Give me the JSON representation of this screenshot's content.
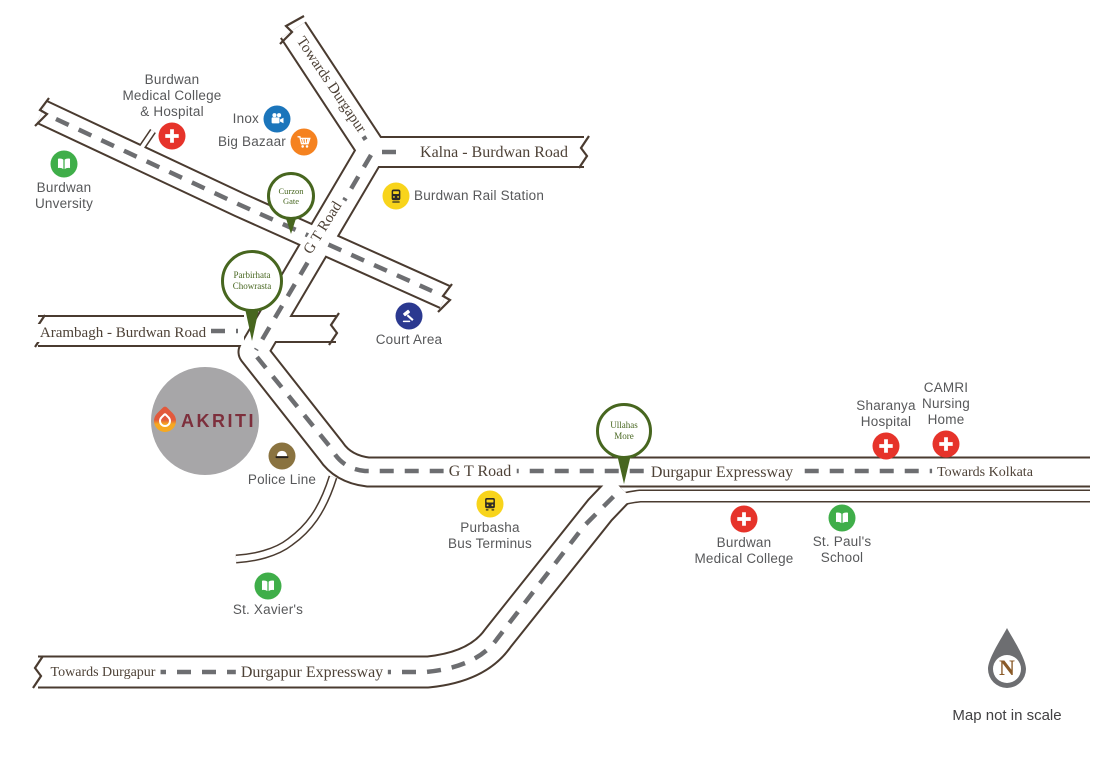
{
  "brand": {
    "name": "AKRITI"
  },
  "north": {
    "letter": "N",
    "note": "Map not in scale"
  },
  "colors": {
    "road_casing": "#4a3b30",
    "road_dash": "#6d6e71",
    "pin_green": "#47661f",
    "hospital_red": "#e6332a",
    "school_green": "#3fae49",
    "inox_blue": "#1b75bb",
    "bazaar_orange": "#f58220",
    "transit_yellow": "#f8d41b",
    "court_navy": "#2b3990",
    "police_bronze": "#8a7340",
    "brand_gray": "#a7a6a8",
    "brand_maroon": "#7d2f3c",
    "label_gray": "#57585a",
    "road_label_brown": "#4e4237",
    "north_gray": "#6d6e71"
  },
  "road_labels": {
    "towards_durgapur_top": "Towards Durgapur",
    "kalna_burdwan_road": "Kalna - Burdwan Road",
    "gt_road_diagonal": "G T Road",
    "arambagh_burdwan_road": "Arambagh - Burdwan Road",
    "gt_road": "G T Road",
    "durgapur_expressway": "Durgapur Expressway",
    "towards_kolkata": "Towards Kolkata",
    "towards_durgapur_bottom": "Towards Durgapur",
    "durgapur_expressway_bottom": "Durgapur Expressway"
  },
  "pins": [
    {
      "label": "Curzon\nGate"
    },
    {
      "label": "Parbirhata\nChowrasta"
    },
    {
      "label": "Ullahas\nMore"
    }
  ],
  "pois": [
    {
      "label": "Burdwan\nMedical College\n& Hospital"
    },
    {
      "label": "Inox"
    },
    {
      "label": "Big Bazaar"
    },
    {
      "label": "Burdwan\nUnversity"
    },
    {
      "label": "Burdwan Rail Station"
    },
    {
      "label": "Court Area"
    },
    {
      "label": "Police Line"
    },
    {
      "label": "Purbasha\nBus Terminus"
    },
    {
      "label": "St. Xavier's"
    },
    {
      "label": "Sharanya\nHospital"
    },
    {
      "label": "CAMRI\nNursing\nHome"
    },
    {
      "label": "Burdwan\nMedical College"
    },
    {
      "label": "St. Paul's\nSchool"
    }
  ]
}
